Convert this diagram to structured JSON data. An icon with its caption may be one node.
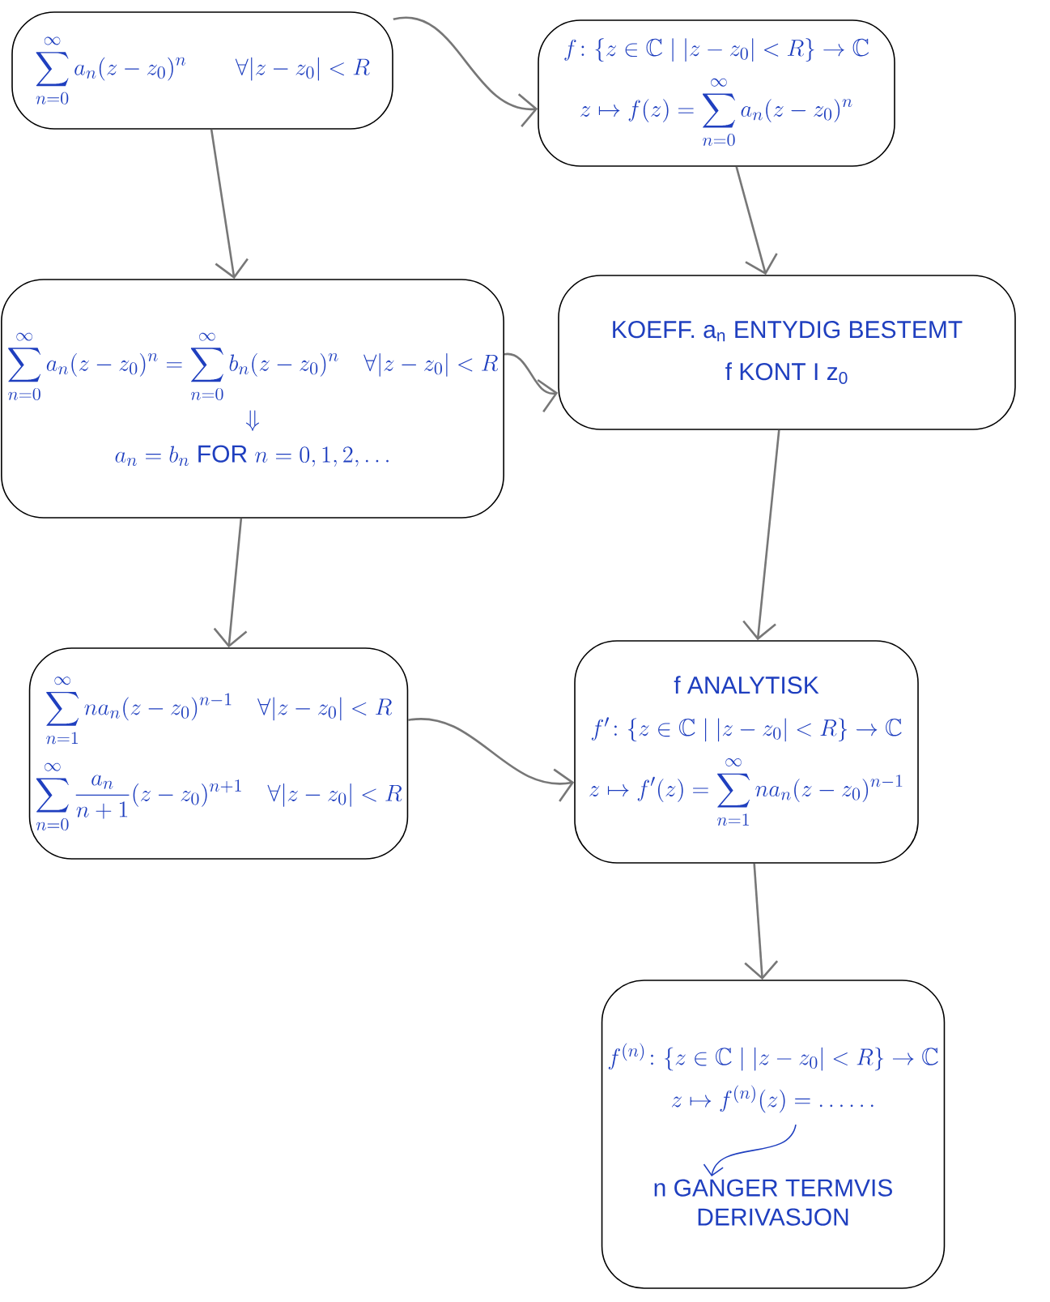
{
  "diagram": {
    "nodes": [
      {
        "text": [
          "\\sum_{n=0}^{\\infty} a_n (z-z_0)^n \\qquad \\forall |z-z_0|<R"
        ]
      },
      {
        "text": [
          "f\\colon \\{z\\in\\mathbb{C} \\mid |z-z_0|<R\\} \\to \\mathbb{C}",
          "z \\mapsto f(z)=\\sum_{n=0}^{\\infty} a_n (z-z_0)^n"
        ]
      },
      {
        "text": [
          "\\sum_{n=0}^{\\infty} a_n (z-z_0)^n = \\sum_{n=0}^{\\infty} b_n (z-z_0)^n \\quad \\forall |z-z_0|<R",
          "\\Downarrow",
          "a_n=b_n \\ \\text{FOR}\\ n=0,1,2,\\ldots"
        ]
      },
      {
        "text": [
          "KOEFF. a$_{n}$ ENTYDIG BESTEMT",
          "f KONT I z$_{0}$"
        ]
      },
      {
        "text": [
          "\\sum_{n=1}^{\\infty} n a_n (z-z_0)^{n-1} \\quad \\forall |z-z_0|<R",
          "\\sum_{n=0}^{\\infty} \\frac{a_n}{n+1} (z-z_0)^{n+1} \\quad \\forall |z-z_0|<R"
        ]
      },
      {
        "text": [
          "f ANALYTISK",
          "f'\\colon \\{z\\in\\mathbb{C} \\mid |z-z_0|<R\\} \\to \\mathbb{C}",
          "z \\mapsto f'(z)=\\sum_{n=1}^{\\infty} n a_n (z-z_0)^{n-1}"
        ]
      },
      {
        "text": [
          "f^{(n)}\\colon \\{z\\in\\mathbb{C} \\mid |z-z_0|<R\\} \\to \\mathbb{C}",
          "z \\mapsto f^{(n)}(z)=\\ldots\\ldots",
          "n GANGER TERMVIS DERIVASJON"
        ]
      }
    ],
    "edges": [
      {
        "from": 0,
        "to": 1,
        "arrow": "to"
      },
      {
        "from": 0,
        "to": 2,
        "arrow": "to"
      },
      {
        "from": 1,
        "to": 3,
        "arrow": "to"
      },
      {
        "from": 2,
        "to": 3,
        "arrow": "to"
      },
      {
        "from": 2,
        "to": 4,
        "arrow": "to"
      },
      {
        "from": 3,
        "to": 5,
        "arrow": "to"
      },
      {
        "from": 4,
        "to": 5,
        "arrow": "to"
      },
      {
        "from": 5,
        "to": 6,
        "arrow": "to"
      }
    ]
  }
}
